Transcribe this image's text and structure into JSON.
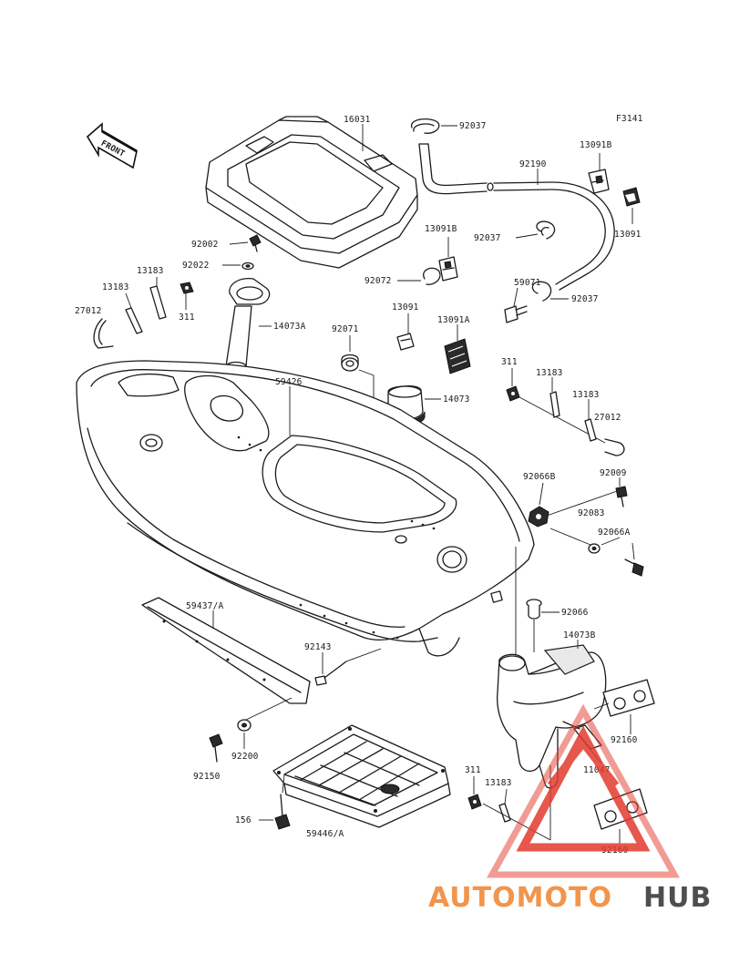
{
  "diagram_code": "F3141",
  "front_label": "FRONT",
  "labels": {
    "l16031": "16031",
    "l92037a": "92037",
    "l92190": "92190",
    "l13091b_top": "13091B",
    "l13091_top": "13091",
    "l92037b": "92037",
    "l13091b_mid": "13091B",
    "l92002": "92002",
    "l92022": "92022",
    "l13183a": "13183",
    "l13183b": "13183",
    "l27012a": "27012",
    "l311a": "311",
    "l92072": "92072",
    "l59071": "59071",
    "l92037c": "92037",
    "l14073a": "14073A",
    "l92071": "92071",
    "l13091_mid": "13091",
    "l13091a": "13091A",
    "l59426": "59426",
    "l14073": "14073",
    "l311b": "311",
    "l13183c": "13183",
    "l13183d": "13183",
    "l27012b": "27012",
    "l92066b": "92066B",
    "l92009": "92009",
    "l92083": "92083",
    "l92066a": "92066A",
    "l59437": "59437/A",
    "l92066": "92066",
    "l14073b": "14073B",
    "l92143": "92143",
    "l92160a": "92160",
    "l92150": "92150",
    "l92200": "92200",
    "l11047": "11047",
    "l311c": "311",
    "l13183e": "13183",
    "l156": "156",
    "l59446": "59446/A",
    "l92160b": "92160"
  },
  "watermark": {
    "part1": "AUTOMOTO",
    "part2": "HUB",
    "color_primary": "#f08a3a",
    "color_secondary": "#3b3b3b",
    "triangle_color": "#e23a2e"
  }
}
